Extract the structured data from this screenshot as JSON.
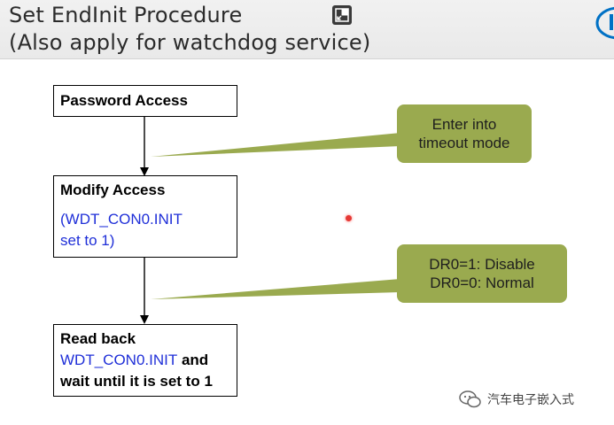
{
  "slide": {
    "title_line1": "Set EndInit Procedure",
    "title_line2": "(Also apply for watchdog service)"
  },
  "boxes": {
    "password": {
      "text": "Password Access"
    },
    "modify": {
      "text": "Modify Access",
      "detail_line1": "(WDT_CON0.INIT",
      "detail_line2": "set to 1)"
    },
    "readback": {
      "line1": "Read back",
      "reg": "WDT_CON0.INIT",
      "line2_suffix": " and",
      "line3": "wait until it is set to 1"
    }
  },
  "callouts": {
    "timeout": {
      "line1": "Enter into",
      "line2": "timeout mode"
    },
    "dr0": {
      "line1": "DR0=1: Disable",
      "line2": "DR0=0: Normal"
    }
  },
  "watermark": {
    "text": "汽车电子嵌入式"
  },
  "colors": {
    "callout_fill": "#9aaa4f",
    "highlight_text": "#1f2fd8",
    "logo": "#0071c5"
  }
}
